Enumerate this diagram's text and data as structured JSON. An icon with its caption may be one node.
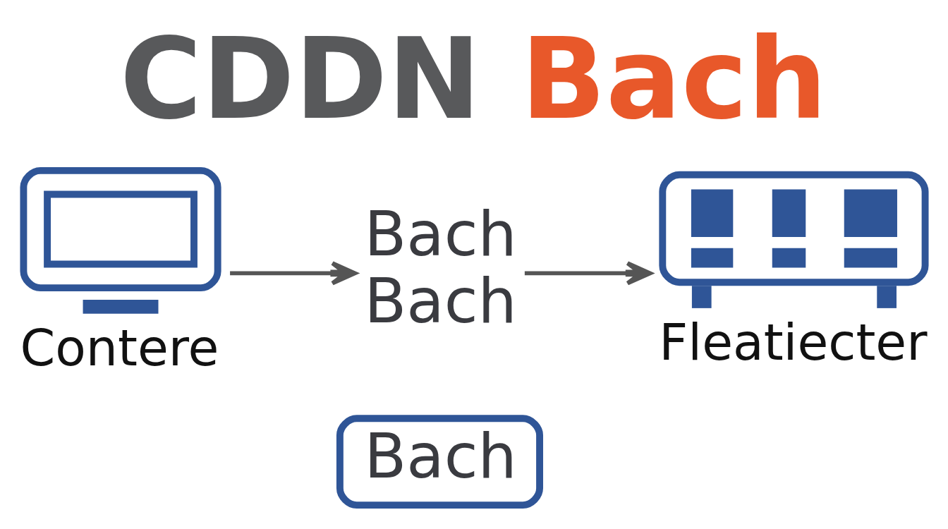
{
  "diagram": {
    "title": "CDDN Bach",
    "nodes": [
      {
        "text": [],
        "shape": "picture",
        "beside": [
          "Contere"
        ]
      },
      {
        "text": [
          "Bach Bach"
        ]
      },
      {
        "text": [],
        "shape": "picture",
        "beside": [
          "Fleatiecter"
        ]
      },
      {
        "text": [
          "Bach"
        ]
      }
    ],
    "edges": [
      {
        "from": 0,
        "to": 1,
        "arrow": "to"
      },
      {
        "from": 1,
        "to": 2,
        "arrow": "to"
      }
    ]
  }
}
